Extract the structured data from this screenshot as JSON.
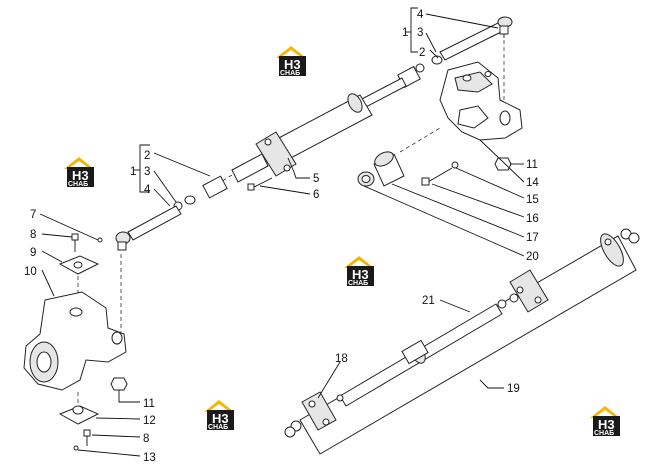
{
  "brand": {
    "logo_main": "H3",
    "logo_sub": "CHAБ",
    "colors": {
      "roof": "#f2b705",
      "box": "#1a1a1a"
    }
  },
  "callouts": {
    "c1_top": "1",
    "c2_top": "2",
    "c3_top": "3",
    "c4_top": "4",
    "c1_mid": "1",
    "c2_mid": "2",
    "c3_mid": "3",
    "c4_mid": "4",
    "c5": "5",
    "c6": "6",
    "c7": "7",
    "c8_upper": "8",
    "c8_lower": "8",
    "c9": "9",
    "c10": "10",
    "c11_right": "11",
    "c11_left": "11",
    "c12": "12",
    "c13": "13",
    "c14": "14",
    "c15": "15",
    "c16": "16",
    "c17": "17",
    "c18": "18",
    "c19": "19",
    "c20": "20",
    "c21": "21"
  }
}
